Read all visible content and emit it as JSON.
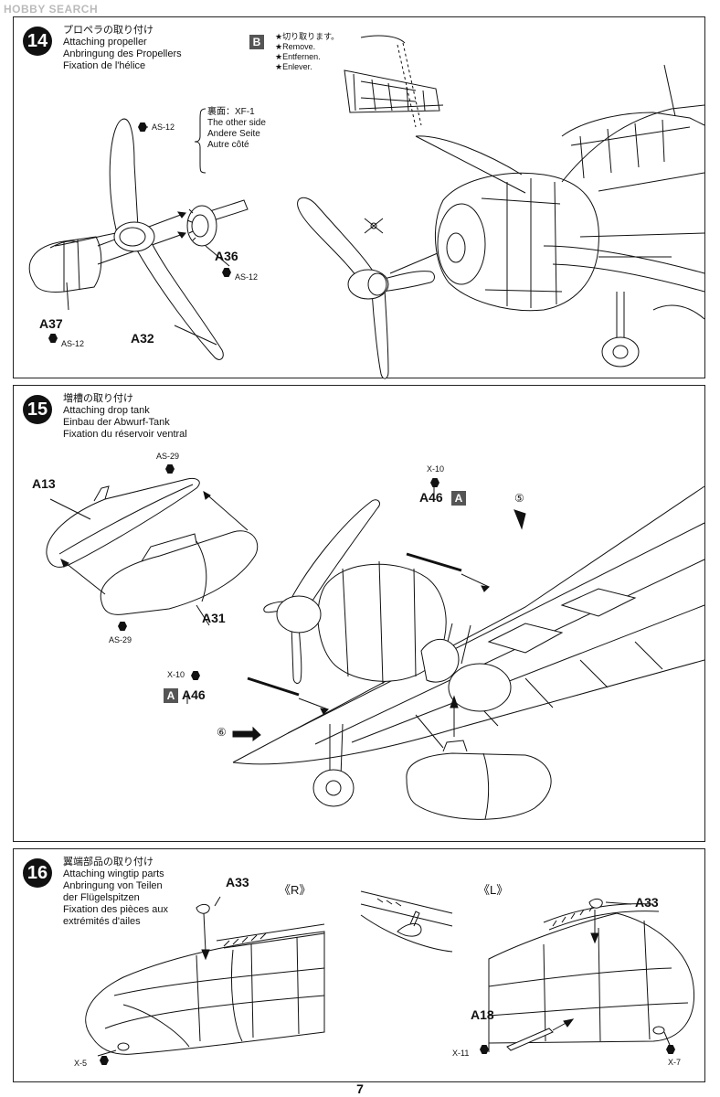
{
  "watermark": "HOBBY SEARCH",
  "page_number": "7",
  "step14": {
    "number": "14",
    "title_jp": "プロペラの取り付け",
    "title_en": "Attaching propeller",
    "title_de": "Anbringung des Propellers",
    "title_fr": "Fixation de l'hélice",
    "part_a37": "A37",
    "part_a32": "A32",
    "part_a36": "A36",
    "as12_top": "AS-12",
    "as12_a36": "AS-12",
    "as12_a37": "AS-12",
    "note_jp": "裏面：XF-1",
    "note_en": "The other side",
    "note_de": "Andere Seite",
    "note_fr": "Autre côté",
    "box_b": "B",
    "remove_jp": "★切り取ります。",
    "remove_en": "★Remove.",
    "remove_de": "★Entfernen.",
    "remove_fr": "★Enlever."
  },
  "step15": {
    "number": "15",
    "title_jp": "増槽の取り付け",
    "title_en": "Attaching drop tank",
    "title_de": "Einbau der Abwurf-Tank",
    "title_fr": "Fixation du réservoir ventral",
    "part_a13": "A13",
    "part_a31": "A31",
    "as29_top": "AS-29",
    "as29_bottom": "AS-29",
    "x10_right": "X-10",
    "part_a46_right": "A46",
    "box_a_right": "A",
    "x10_left": "X-10",
    "part_a46_left": "A46",
    "box_a_left": "A",
    "ref5": "⑤",
    "ref6": "⑥"
  },
  "step16": {
    "number": "16",
    "title_jp": "翼端部品の取り付け",
    "title_en1": "Attaching wingtip parts",
    "title_de1": "Anbringung von Teilen",
    "title_de2": "der Flügelspitzen",
    "title_fr1": "Fixation des pièces aux",
    "title_fr2": "extrémités d'ailes",
    "part_a33_left": "A33",
    "part_a33_right": "A33",
    "part_a18": "A18",
    "side_r": "《R》",
    "side_l": "《L》",
    "x5": "X-5",
    "x11": "X-11",
    "x7": "X-7"
  }
}
